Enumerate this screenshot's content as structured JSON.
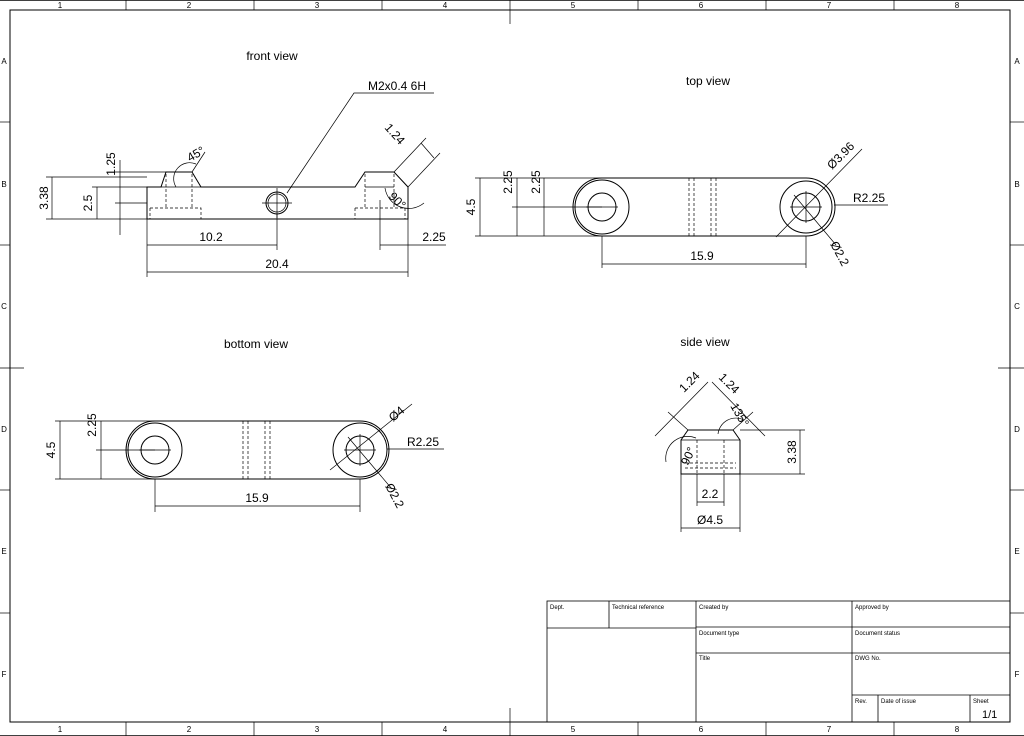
{
  "grid": {
    "columns": [
      "1",
      "2",
      "3",
      "4",
      "5",
      "6",
      "7",
      "8"
    ],
    "rows": [
      "A",
      "B",
      "C",
      "D",
      "E",
      "F"
    ]
  },
  "views": {
    "front": {
      "title": "front view",
      "thread": "M2x0.4 6H",
      "chamfer_angle": "45°",
      "chamfer_len": "1.24",
      "angle_90": "90°",
      "dim_3_38": "3.38",
      "dim_2_5": "2.5",
      "dim_1_25": "1.25",
      "dim_10_2": "10.2",
      "dim_20_4": "20.4",
      "dim_2_25": "2.25"
    },
    "top": {
      "title": "top view",
      "dim_4_5": "4.5",
      "dim_2_25a": "2.25",
      "dim_2_25b": "2.25",
      "dim_15_9": "15.9",
      "dia_3_96": "Ø3.96",
      "radius": "R2.25",
      "dia_2_2": "Ø2.2"
    },
    "bottom": {
      "title": "bottom view",
      "dim_4_5": "4.5",
      "dim_2_25": "2.25",
      "dim_15_9": "15.9",
      "dia_4": "Ø4",
      "radius": "R2.25",
      "dia_2_2": "Ø2.2"
    },
    "side": {
      "title": "side view",
      "dim_1_24a": "1.24",
      "dim_1_24b": "1.24",
      "angle_135": "135°",
      "angle_90": "90°",
      "dim_3_38": "3.38",
      "dim_2_2": "2.2",
      "dia_4_5": "Ø4.5"
    }
  },
  "title_block": {
    "dept": "Dept.",
    "technical_reference": "Technical reference",
    "created_by": "Created by",
    "approved_by": "Approved by",
    "document_type": "Document type",
    "document_status": "Document status",
    "title": "Title",
    "dwg_no": "DWG No.",
    "rev": "Rev.",
    "date_of_issue": "Date of issue",
    "sheet": "Sheet",
    "sheet_value": "1/1"
  }
}
